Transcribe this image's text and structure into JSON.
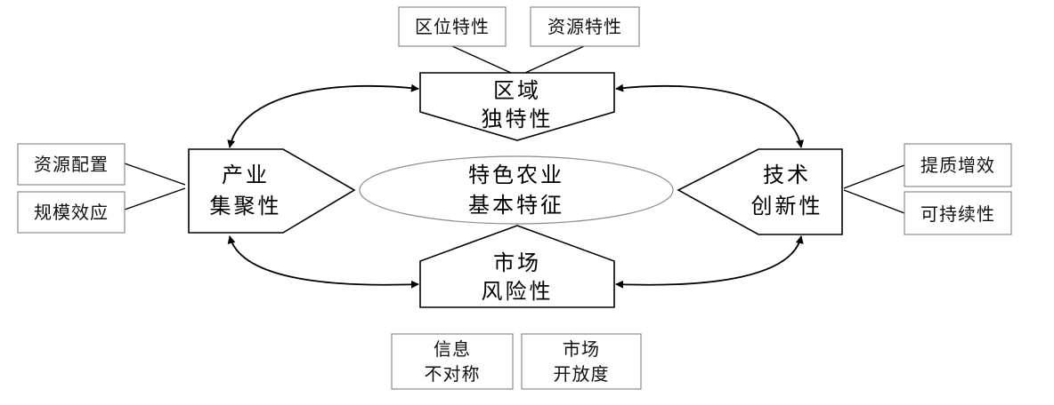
{
  "center": {
    "line1": "特色农业",
    "line2": "基本特征"
  },
  "region": {
    "line1": "区域",
    "line2": "独特性",
    "inputs": [
      "区位特性",
      "资源特性"
    ]
  },
  "industry": {
    "line1": "产业",
    "line2": "集聚性",
    "inputs": [
      "资源配置",
      "规模效应"
    ]
  },
  "technology": {
    "line1": "技术",
    "line2": "创新性",
    "inputs": [
      "提质增效",
      "可持续性"
    ]
  },
  "market": {
    "line1": "市场",
    "line2": "风险性",
    "inputs": [
      {
        "line1": "信息",
        "line2": "不对称"
      },
      {
        "line1": "市场",
        "line2": "开放度"
      }
    ]
  }
}
